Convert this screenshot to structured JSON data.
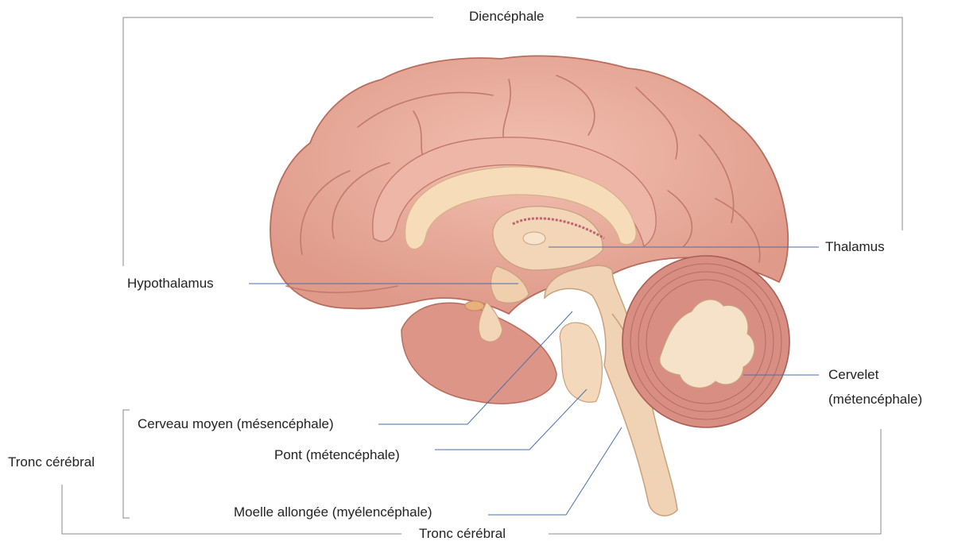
{
  "labels": {
    "diencephale": "Diencéphale",
    "thalamus": "Thalamus",
    "hypothalamus": "Hypothalamus",
    "cervelet_line1": "Cervelet",
    "cervelet_line2": "(métencéphale)",
    "cerveau_moyen": "Cerveau moyen (mésencéphale)",
    "pont": "Pont (métencéphale)",
    "moelle": "Moelle allongée (myélencéphale)",
    "tronc_left": "Tronc cérébral",
    "tronc_bottom": "Tronc cérébral"
  },
  "colors": {
    "leader_line": "#4a6ea8",
    "bracket_line": "#8a8a8a",
    "cortex_fill": "#e8a898",
    "cortex_stroke": "#b86c5e",
    "brainstem_fill": "#f0d2b4",
    "corpus_callosum": "#f6dcb8",
    "cerebellum_fill": "#d88e82",
    "arbor_vitae": "#f6e2c8"
  }
}
